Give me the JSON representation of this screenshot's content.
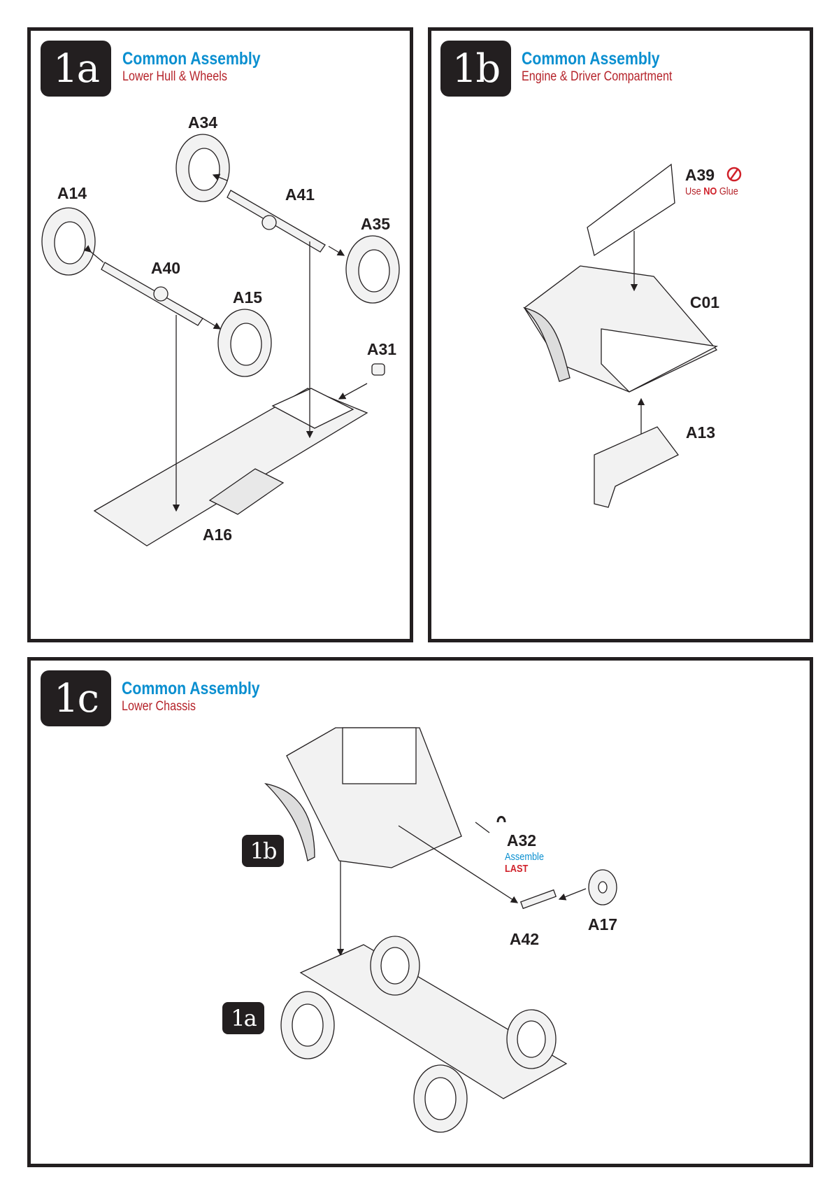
{
  "steps": [
    {
      "badge": "1a",
      "title": "Common Assembly",
      "subtitle": "Lower Hull & Wheels",
      "parts": [
        "A34",
        "A14",
        "A41",
        "A35",
        "A40",
        "A15",
        "A31",
        "A16"
      ]
    },
    {
      "badge": "1b",
      "title": "Common Assembly",
      "subtitle": "Engine & Driver Compartment",
      "parts": [
        "A39",
        "C01",
        "A13"
      ],
      "note": {
        "prefix": "Use ",
        "emph": "NO",
        "suffix": " Glue"
      }
    },
    {
      "badge": "1c",
      "title": "Common Assembly",
      "subtitle": "Lower Chassis",
      "parts": [
        "A32",
        "A42",
        "A17"
      ],
      "refs": [
        "1b",
        "1a"
      ],
      "note1": "Assemble",
      "note2": "LAST"
    }
  ],
  "colors": {
    "title": "#0a8fd0",
    "subtitle": "#b5232a",
    "frame": "#231f20"
  }
}
